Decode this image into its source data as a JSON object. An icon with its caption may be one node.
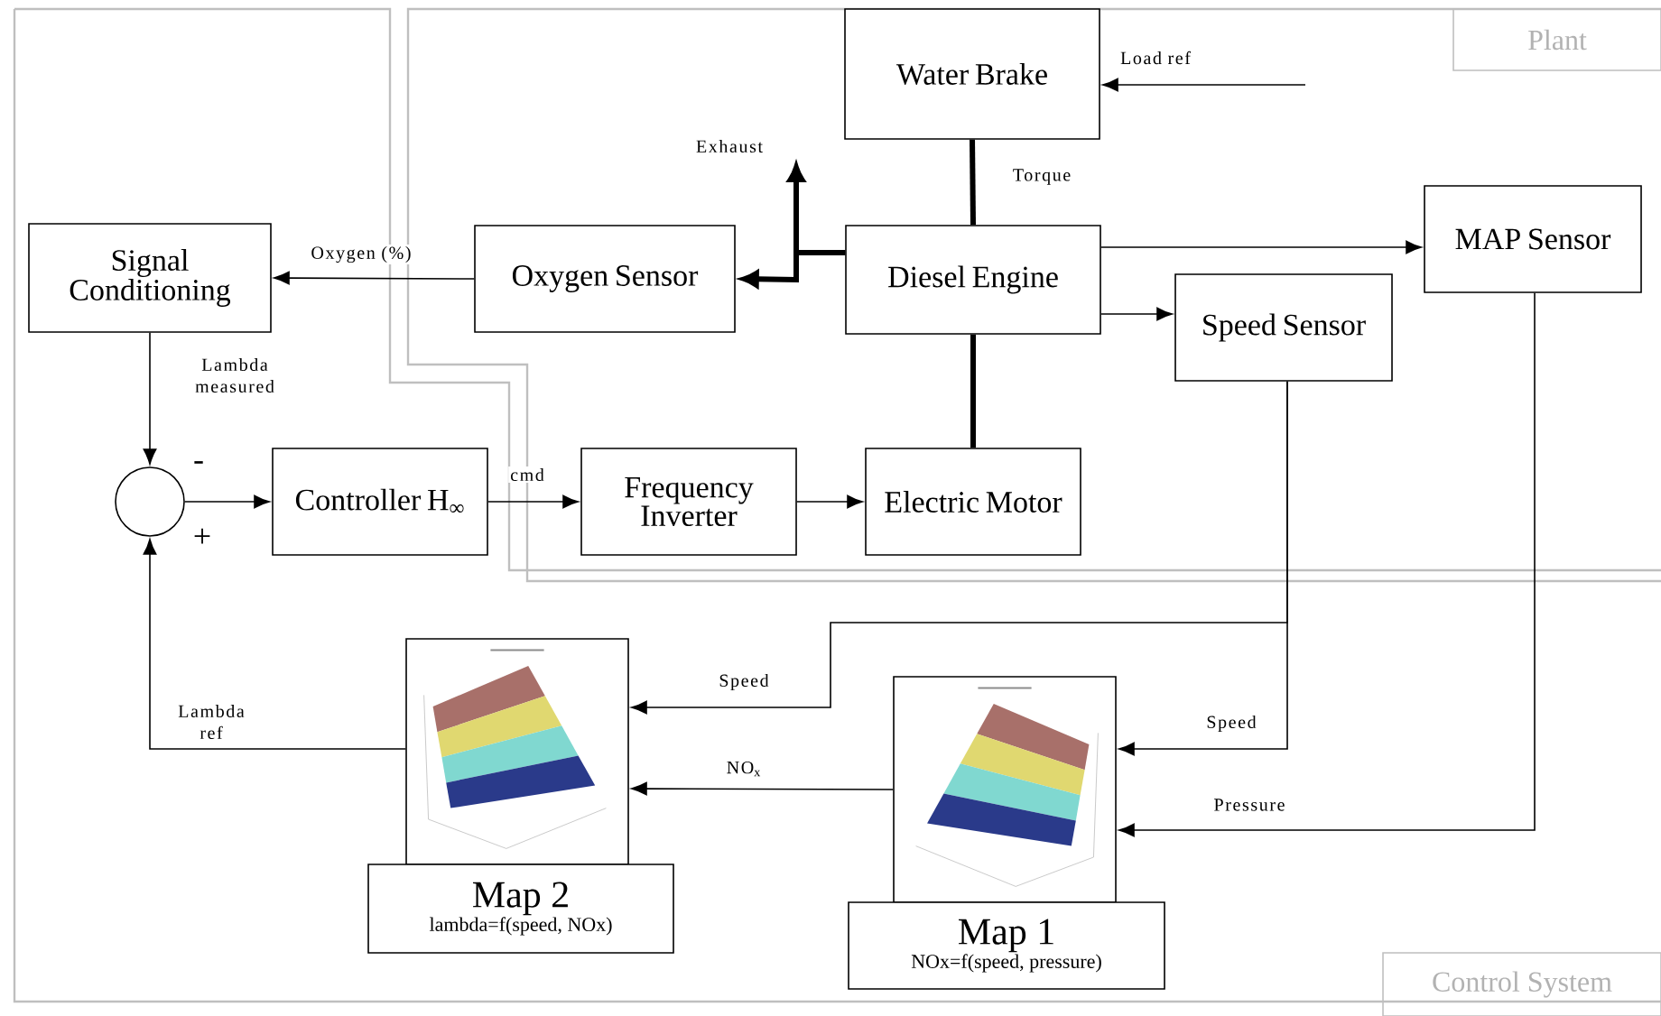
{
  "diagram": {
    "nodes": [
      {
        "text": [
          "Water Brake"
        ]
      },
      {
        "text": [
          "Diesel Engine"
        ]
      },
      {
        "text": [
          "Oxygen Sensor"
        ]
      },
      {
        "text": [
          "Signal Conditioning"
        ]
      },
      {
        "text": [],
        "shape": "circle"
      },
      {
        "text": [
          "Controller H$_{∞}$"
        ]
      },
      {
        "text": [
          "Frequency Inverter"
        ]
      },
      {
        "text": [
          "Electric Motor"
        ]
      },
      {
        "text": [
          "Speed Sensor"
        ]
      },
      {
        "text": [
          "MAP Sensor"
        ]
      },
      {
        "text": [],
        "shape": "picture"
      },
      {
        "text": [
          "Map 2",
          "lambda=f(speed, NOx)"
        ]
      },
      {
        "text": [],
        "shape": "picture"
      },
      {
        "text": [
          "Map 1",
          "NOx=f(speed, pressure)"
        ]
      },
      {
        "text": [
          "Plant"
        ]
      },
      {
        "text": [
          "Control System"
        ]
      }
    ],
    "edges": [
      {
        "from": null,
        "to": 0,
        "arrow": "to",
        "label": "Load ref"
      },
      {
        "from": 0,
        "to": 1,
        "arrow": "none",
        "label": "Torque",
        "style": "thick"
      },
      {
        "from": 1,
        "to": 2,
        "arrow": "to",
        "style": "thick"
      },
      {
        "from": 1,
        "to": null,
        "arrow": "to",
        "label": "Exhaust",
        "style": "thick"
      },
      {
        "from": 2,
        "to": 3,
        "arrow": "to",
        "label": "Oxygen (%)"
      },
      {
        "from": 3,
        "to": 4,
        "arrow": "to",
        "label": "Lambda measured"
      },
      {
        "from": 4,
        "to": 5,
        "arrow": "to"
      },
      {
        "from": 5,
        "to": 6,
        "arrow": "to",
        "label": "cmd"
      },
      {
        "from": 6,
        "to": 7,
        "arrow": "to"
      },
      {
        "from": 7,
        "to": 1,
        "arrow": "none",
        "style": "thick"
      },
      {
        "from": 1,
        "to": 9,
        "arrow": "to"
      },
      {
        "from": 1,
        "to": 8,
        "arrow": "to"
      },
      {
        "from": 8,
        "to": 10,
        "arrow": "to",
        "label": "Speed"
      },
      {
        "from": 8,
        "to": 12,
        "arrow": "to",
        "label": "Speed"
      },
      {
        "from": 9,
        "to": 12,
        "arrow": "to",
        "label": "Pressure"
      },
      {
        "from": 12,
        "to": 10,
        "arrow": "to",
        "label": "NO$_{x}$"
      },
      {
        "from": 10,
        "to": 4,
        "arrow": "to",
        "label": "Lambda ref"
      }
    ],
    "labels": [
      "-",
      "+"
    ]
  }
}
